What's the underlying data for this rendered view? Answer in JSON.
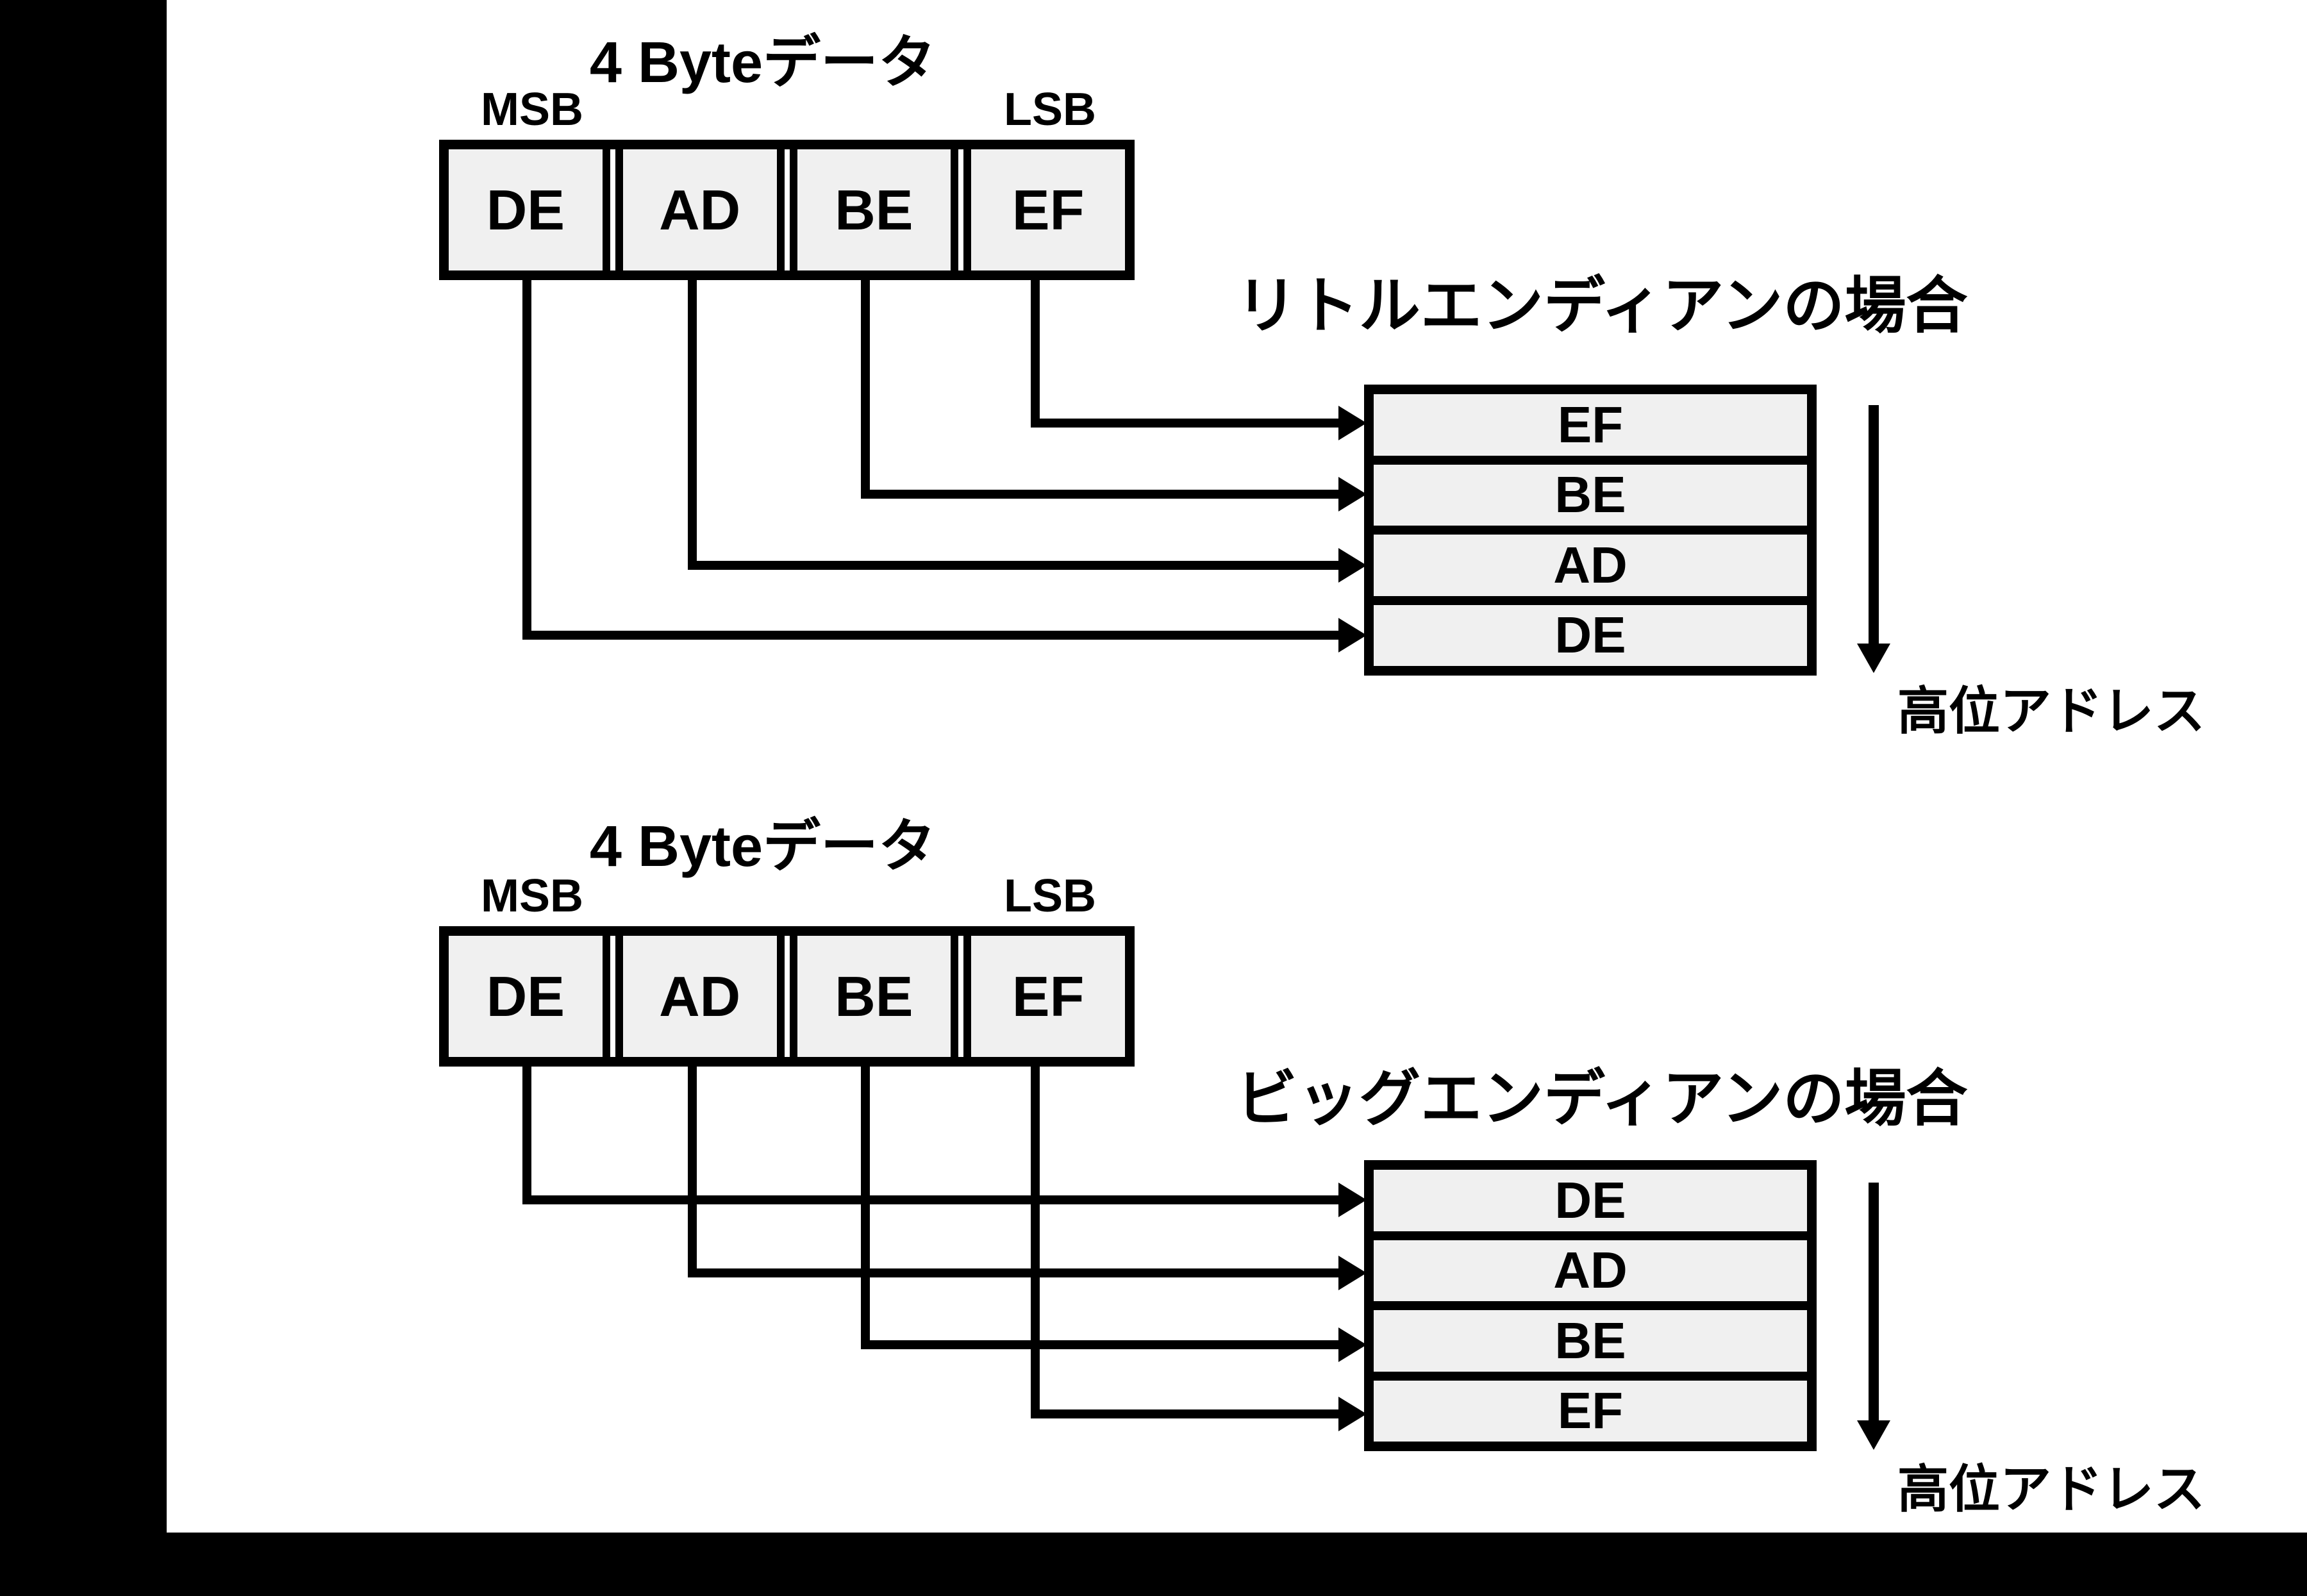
{
  "colors": {
    "background": "#ffffff",
    "ink": "#000000",
    "cell_fill": "#f0f0f0"
  },
  "sections": [
    {
      "data_title": "4 Byteデータ",
      "msb_label": "MSB",
      "lsb_label": "LSB",
      "bytes": [
        "DE",
        "AD",
        "BE",
        "EF"
      ],
      "case_title": "リトルエンディアンの場合",
      "memory_rows": [
        "EF",
        "BE",
        "AD",
        "DE"
      ],
      "address_label": "高位アドレス"
    },
    {
      "data_title": "4 Byteデータ",
      "msb_label": "MSB",
      "lsb_label": "LSB",
      "bytes": [
        "DE",
        "AD",
        "BE",
        "EF"
      ],
      "case_title": "ビッグエンディアンの場合",
      "memory_rows": [
        "DE",
        "AD",
        "BE",
        "EF"
      ],
      "address_label": "高位アドレス"
    }
  ]
}
